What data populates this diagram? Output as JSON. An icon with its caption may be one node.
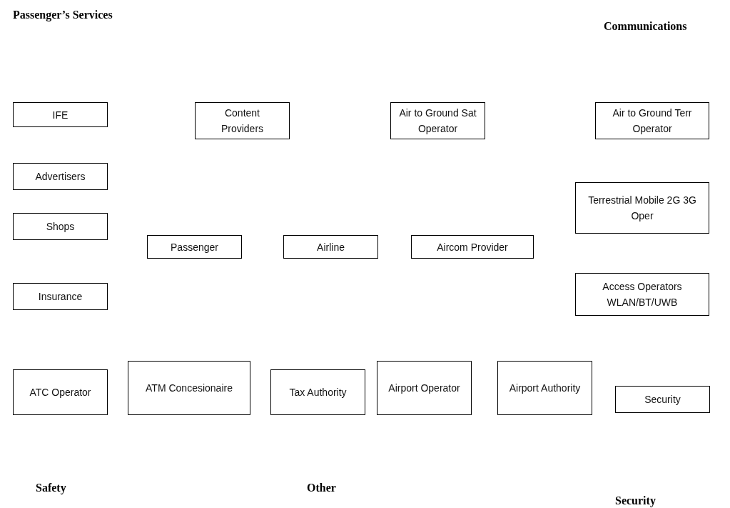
{
  "diagram": {
    "nodes": [
      {
        "text": [
          "IFE"
        ]
      },
      {
        "text": [
          "Content Providers"
        ]
      },
      {
        "text": [
          "Air to Ground Sat Operator"
        ]
      },
      {
        "text": [
          "Air to Ground Terr Operator"
        ]
      },
      {
        "text": [
          "Advertisers"
        ]
      },
      {
        "text": [
          "Terrestrial Mobile 2G 3G Oper"
        ]
      },
      {
        "text": [
          "Shops"
        ]
      },
      {
        "text": [
          "Passenger"
        ]
      },
      {
        "text": [
          "Airline"
        ]
      },
      {
        "text": [
          "Aircom Provider"
        ]
      },
      {
        "text": [
          "Insurance"
        ]
      },
      {
        "text": [
          "Access Operators WLAN/BT/UWB"
        ]
      },
      {
        "text": [
          "ATC Operator"
        ]
      },
      {
        "text": [
          "ATM Concesionaire"
        ]
      },
      {
        "text": [
          "Tax Authority"
        ]
      },
      {
        "text": [
          "Airport Operator"
        ]
      },
      {
        "text": [
          "Airport Authority"
        ]
      },
      {
        "text": [
          "Security"
        ]
      }
    ],
    "labels": [
      "Passenger’s Services",
      "Communications",
      "Safety",
      "Other",
      "Security"
    ]
  }
}
